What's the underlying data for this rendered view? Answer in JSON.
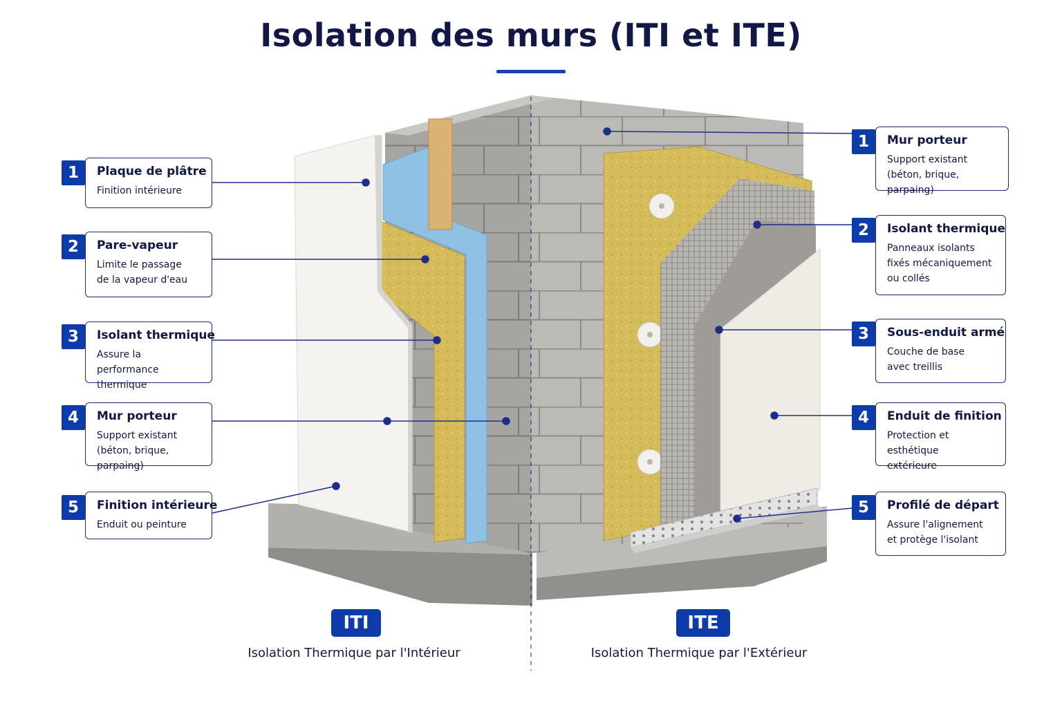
{
  "title": "Isolation des murs (ITI et ITE)",
  "iti": {
    "badge": "ITI",
    "label": "Isolation Thermique par l'Intérieur",
    "callouts": [
      {
        "num": "1",
        "title": "Plaque de plâtre",
        "sub": "Finition intérieure"
      },
      {
        "num": "2",
        "title": "Pare-vapeur",
        "sub": "Limite le passage\nde la vapeur d'eau"
      },
      {
        "num": "3",
        "title": "Isolant thermique",
        "sub": "Assure la performance\nthermique"
      },
      {
        "num": "4",
        "title": "Mur porteur",
        "sub": "Support existant\n(béton, brique, parpaing)"
      },
      {
        "num": "5",
        "title": "Finition intérieure",
        "sub": "Enduit ou peinture"
      }
    ]
  },
  "ite": {
    "badge": "ITE",
    "label": "Isolation Thermique par l'Extérieur",
    "callouts": [
      {
        "num": "1",
        "title": "Mur porteur",
        "sub": "Support existant\n(béton, brique, parpaing)"
      },
      {
        "num": "2",
        "title": "Isolant thermique",
        "sub": "Panneaux isolants\nfixés mécaniquement\nou collés"
      },
      {
        "num": "3",
        "title": "Sous-enduit armé",
        "sub": "Couche de base\navec treillis"
      },
      {
        "num": "4",
        "title": "Enduit de finition",
        "sub": "Protection et esthétique\nextérieure"
      },
      {
        "num": "5",
        "title": "Profilé de départ",
        "sub": "Assure l'alignement\net protège l'isolant"
      }
    ]
  },
  "colors": {
    "navy": "#121845",
    "accent": "#0d3caa",
    "plaster": "#f4f3f0",
    "vapor": "#8fc1e4",
    "insulation": "#d8be5a",
    "concrete": "#a9a8a5"
  }
}
